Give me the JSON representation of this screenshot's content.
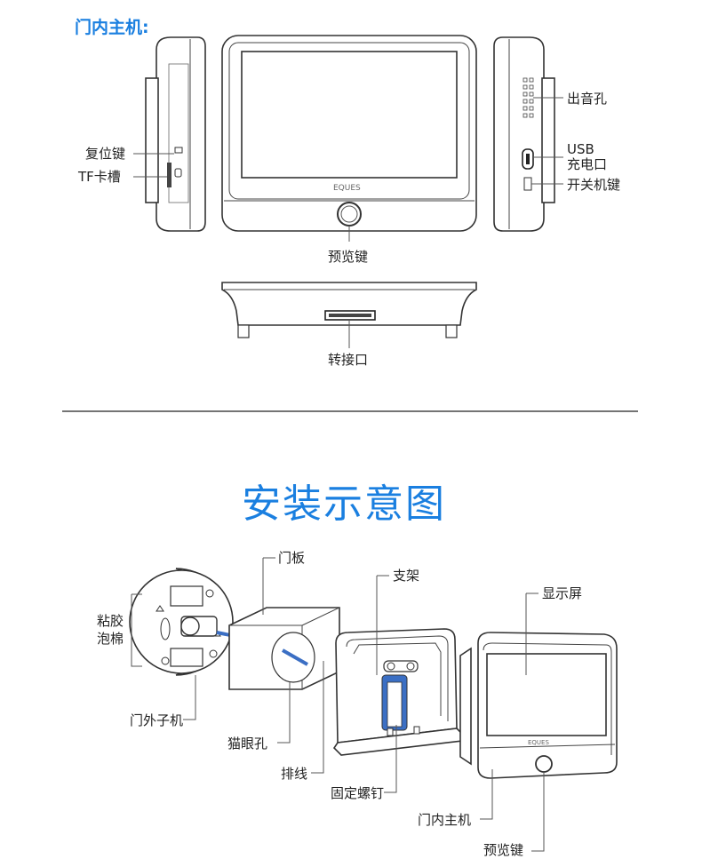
{
  "top_section": {
    "title": "门内主机:",
    "labels": {
      "reset_key": "复位键",
      "tf_slot": "TF卡槽",
      "speaker_holes": "出音孔",
      "usb_line1": "USB",
      "usb_line2": "充电口",
      "power_key": "开关机键",
      "preview_key": "预览键",
      "adapter_port": "转接口"
    },
    "brand_logo": "EQUES"
  },
  "bottom_section": {
    "title": "安装示意图",
    "labels": {
      "door_plate": "门板",
      "bracket": "支架",
      "display": "显示屏",
      "adhesive_line1": "粘胶",
      "adhesive_line2": "泡棉",
      "outdoor_unit": "门外子机",
      "peephole": "猫眼孔",
      "cable": "排线",
      "fixing_screw": "固定螺钉",
      "indoor_unit": "门内主机",
      "preview_key": "预览键"
    }
  },
  "colors": {
    "accent": "#1a7fe0",
    "cable": "#3b6fc4"
  }
}
